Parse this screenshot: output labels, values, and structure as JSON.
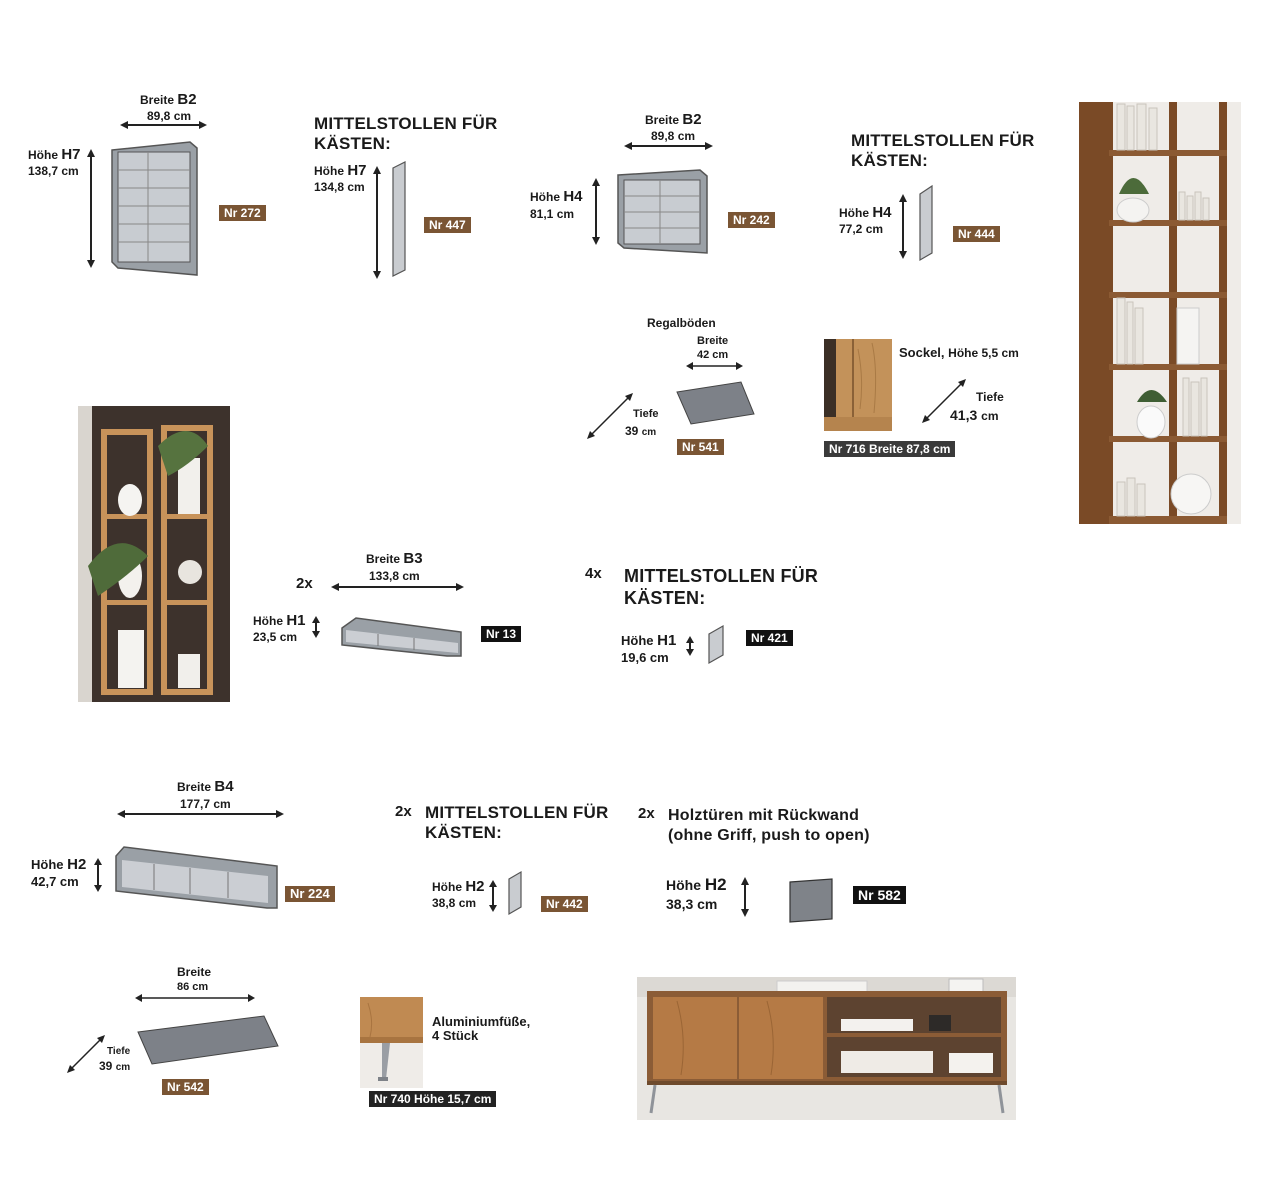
{
  "colors": {
    "badge_brown": "#7a5534",
    "badge_black": "#111111",
    "panel_grey": "#8a8d93",
    "wood": "#8b5a33"
  },
  "box_272": {
    "width_label": "Breite",
    "width_code": "B2",
    "width_value": "89,8 cm",
    "height_label": "Höhe",
    "height_code": "H7",
    "height_value": "138,7 cm",
    "nr": "Nr 272"
  },
  "stollen_447": {
    "title_1": "MITTELSTOLLEN FÜR",
    "title_2": "KÄSTEN:",
    "height_label": "Höhe",
    "height_code": "H7",
    "height_value": "134,8 cm",
    "nr": "Nr 447"
  },
  "box_242": {
    "width_label": "Breite",
    "width_code": "B2",
    "width_value": "89,8 cm",
    "height_label": "Höhe",
    "height_code": "H4",
    "height_value": "81,1 cm",
    "nr": "Nr 242"
  },
  "stollen_444": {
    "title_1": "MITTELSTOLLEN FÜR",
    "title_2": "KÄSTEN:",
    "height_label": "Höhe",
    "height_code": "H4",
    "height_value": "77,2 cm",
    "nr": "Nr 444"
  },
  "shelf_541": {
    "title": "Regalböden",
    "width_label": "Breite",
    "width_value": "42 cm",
    "depth_label": "Tiefe",
    "depth_value": "39",
    "depth_unit": "cm",
    "nr": "Nr 541"
  },
  "sockel_716": {
    "title": "Sockel,",
    "height_text": "Höhe 5,5 cm",
    "depth_label": "Tiefe",
    "depth_value": "41,3",
    "depth_unit": "cm",
    "nr": "Nr 716  Breite 87,8 cm"
  },
  "box_13": {
    "qty": "2x",
    "width_label": "Breite",
    "width_code": "B3",
    "width_value": "133,8 cm",
    "height_label": "Höhe",
    "height_code": "H1",
    "height_value": "23,5 cm",
    "nr": "Nr 13"
  },
  "stollen_421": {
    "qty": "4x",
    "title_1": "MITTELSTOLLEN FÜR",
    "title_2": "KÄSTEN:",
    "height_label": "Höhe",
    "height_code": "H1",
    "height_value": "19,6 cm",
    "nr": "Nr 421"
  },
  "box_224": {
    "width_label": "Breite",
    "width_code": "B4",
    "width_value": "177,7 cm",
    "height_label": "Höhe",
    "height_code": "H2",
    "height_value": "42,7 cm",
    "nr": "Nr 224"
  },
  "stollen_442": {
    "qty": "2x",
    "title_1": "MITTELSTOLLEN FÜR",
    "title_2": "KÄSTEN:",
    "height_label": "Höhe",
    "height_code": "H2",
    "height_value": "38,8 cm",
    "nr": "Nr 442"
  },
  "door_582": {
    "qty": "2x",
    "title_1": "Holztüren mit Rückwand",
    "title_2": "(ohne Griff, push to open)",
    "height_label": "Höhe",
    "height_code": "H2",
    "height_value": "38,3 cm",
    "nr": "Nr 582"
  },
  "shelf_542": {
    "width_label": "Breite",
    "width_value": "86 cm",
    "depth_label": "Tiefe",
    "depth_value": "39",
    "depth_unit": "cm",
    "nr": "Nr 542"
  },
  "feet_740": {
    "title_1": "Aluminiumfüße,",
    "title_2": "4 Stück",
    "nr": "Nr 740  Höhe  15,7 cm"
  }
}
